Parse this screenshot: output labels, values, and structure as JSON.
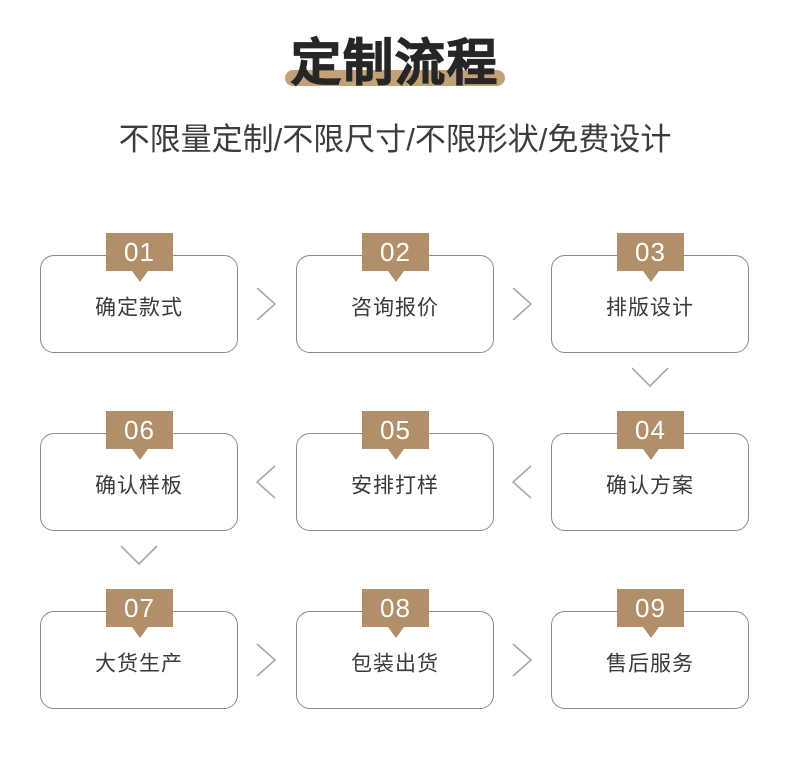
{
  "header": {
    "title": "定制流程",
    "subtitle": "不限量定制/不限尺寸/不限形状/免费设计"
  },
  "colors": {
    "badge_tan": "#b08f6a",
    "underline_tan": "#c2a078",
    "card_border": "#8a8a8a",
    "label_text": "#3a3a3a",
    "title_text": "#262626",
    "chevron": "#a8a8a8"
  },
  "flow": {
    "rows": [
      {
        "direction": "left-to-right",
        "connectors": [
          "chevron-right-icon",
          "chevron-right-icon"
        ],
        "cards": [
          {
            "number": "01",
            "label": "确定款式"
          },
          {
            "number": "02",
            "label": "咨询报价"
          },
          {
            "number": "03",
            "label": "排版设计"
          }
        ]
      },
      {
        "direction": "right-to-left",
        "connectors": [
          "chevron-left-icon",
          "chevron-left-icon"
        ],
        "cards": [
          {
            "number": "06",
            "label": "确认样板"
          },
          {
            "number": "05",
            "label": "安排打样"
          },
          {
            "number": "04",
            "label": "确认方案"
          }
        ]
      },
      {
        "direction": "left-to-right",
        "connectors": [
          "chevron-right-icon",
          "chevron-right-icon"
        ],
        "cards": [
          {
            "number": "07",
            "label": "大货生产"
          },
          {
            "number": "08",
            "label": "包装出货"
          },
          {
            "number": "09",
            "label": "售后服务"
          }
        ]
      }
    ],
    "row_connectors": [
      {
        "icon": "chevron-down-icon",
        "side": "right"
      },
      {
        "icon": "chevron-down-icon",
        "side": "left"
      }
    ]
  }
}
